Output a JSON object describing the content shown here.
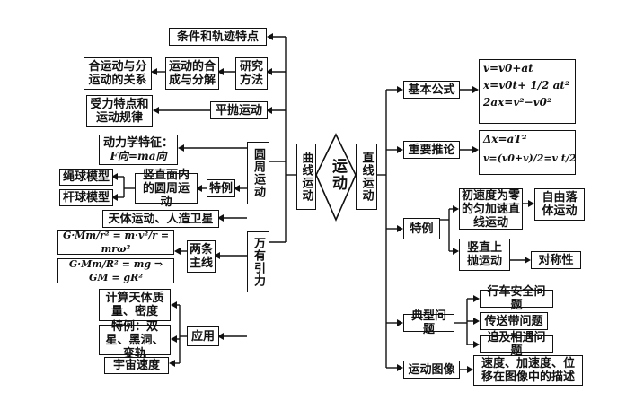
{
  "center": {
    "label": "运动"
  },
  "left_branch": {
    "root": "曲线运动",
    "items": {
      "condition": "条件和轨迹特点",
      "research": "研究方法",
      "compose": "运动的合成与分解",
      "relation": "合运动与分运动的关系",
      "projectile": "平抛运动",
      "force_feature": "受力特点和运动规律",
      "circular": "圆周运动",
      "dynamics_title": "动力学特征：",
      "dynamics_formula": "F向=ma向",
      "special": "特例",
      "vertical_circle": "竖直面内的圆周运动",
      "rope_model": "绳球模型",
      "rod_model": "杆球模型",
      "gravitation": "万有引力",
      "satellites": "天体运动、人造卫星",
      "two_lines": "两条主线",
      "formula1": "G·Mm/r² = m·v²/r = mrω²",
      "formula2": "G·Mm/R² = mg ⇒ GM = gR²",
      "application": "应用",
      "mass_density": "计算天体质量、密度",
      "special_cases": "特例：双星、黑洞、变轨",
      "cosmic_speed": "宇宙速度"
    }
  },
  "right_branch": {
    "root": "直线运动",
    "items": {
      "basic_formula": "基本公式",
      "basic_f1": "v=v0+at",
      "basic_f2": "x=v0t+ 1/2 at²",
      "basic_f3": "2ax=v²−v0²",
      "inference": "重要推论",
      "inf_f1": "Δx=aT²",
      "inf_f2": "v=(v0+v)/2=v t/2",
      "special": "特例",
      "zero_init": "初速度为零的匀加速直线运动",
      "free_fall": "自由落体运动",
      "vertical_throw": "竖直上抛运动",
      "symmetry": "对称性",
      "typical": "典型问题",
      "safety": "行车安全问题",
      "conveyor": "传送带问题",
      "chase": "追及相遇问题",
      "graph": "运动图像",
      "graph_desc": "速度、加速度、位移在图像中的描述"
    }
  }
}
